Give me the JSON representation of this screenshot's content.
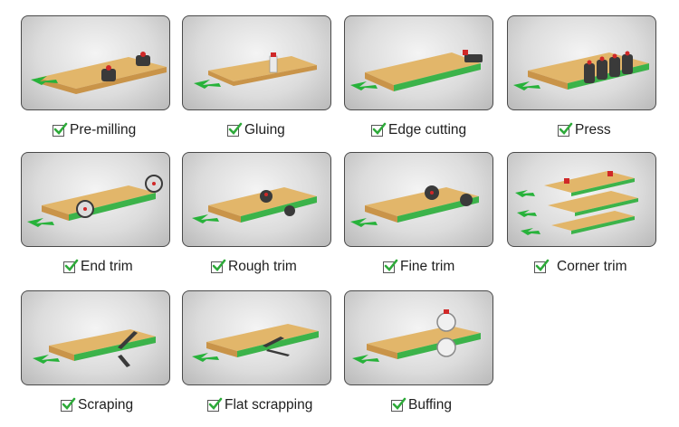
{
  "steps": [
    {
      "label": "Pre-milling",
      "scene": "premill"
    },
    {
      "label": "Gluing",
      "scene": "glue"
    },
    {
      "label": "Edge cutting",
      "scene": "edgecut"
    },
    {
      "label": "Press",
      "scene": "press"
    },
    {
      "label": "End trim",
      "scene": "endtrim"
    },
    {
      "label": "Rough trim",
      "scene": "roughtrim"
    },
    {
      "label": "Fine trim",
      "scene": "finetrim"
    },
    {
      "label": "Corner trim",
      "scene": "cornertrim"
    },
    {
      "label": "Scraping",
      "scene": "scraping"
    },
    {
      "label": "Flat scrapping",
      "scene": "flatscrap"
    },
    {
      "label": "Buffing",
      "scene": "buffing"
    }
  ],
  "colors": {
    "board_top": "#e2b66a",
    "board_side": "#c99449",
    "edge_band": "#3cb34a",
    "arrow": "#27b23a",
    "check": "#2eaa3a",
    "tool_dark": "#3a3a3a",
    "tool_red": "#d02828"
  },
  "icons": {
    "check": "checkbox-check-icon",
    "direction": "feed-arrow-icon"
  }
}
